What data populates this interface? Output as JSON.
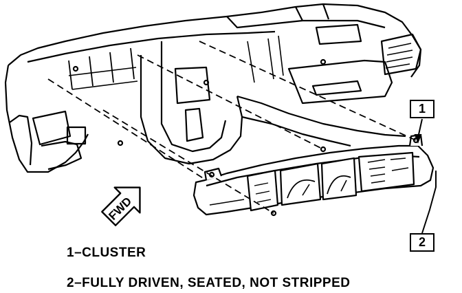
{
  "callouts": [
    "1",
    "2"
  ],
  "direction_arrow": {
    "label": "FWD"
  },
  "legend": [
    "1–CLUSTER",
    "2–FULLY DRIVEN, SEATED, NOT STRIPPED"
  ],
  "colors": {
    "ink": "#000000",
    "paper": "#ffffff",
    "shade": "#c8c8c8"
  }
}
